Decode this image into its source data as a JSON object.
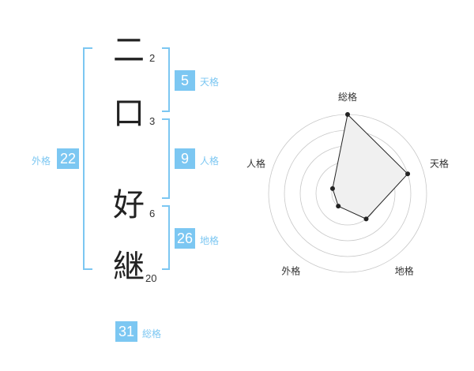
{
  "name": {
    "chars": [
      {
        "char": "二",
        "strokes": "2"
      },
      {
        "char": "口",
        "strokes": "3"
      },
      {
        "char": "好",
        "strokes": "6"
      },
      {
        "char": "継",
        "strokes": "20"
      }
    ]
  },
  "fortune": {
    "tenkaku": {
      "label": "天格",
      "value": "5"
    },
    "jinkaku": {
      "label": "人格",
      "value": "9"
    },
    "chikaku": {
      "label": "地格",
      "value": "26"
    },
    "gaikaku": {
      "label": "外格",
      "value": "22"
    },
    "soukaku": {
      "label": "総格",
      "value": "31"
    }
  },
  "chart_data": {
    "type": "radar",
    "axes": [
      "総格",
      "天格",
      "地格",
      "外格",
      "人格"
    ],
    "values": [
      5,
      4,
      2,
      1,
      1
    ],
    "max": 5,
    "rings": 5,
    "colors": {
      "line": "#222222",
      "fill": "#f0f0f0",
      "ring": "#c8c8c8",
      "center": "#bbbbbb"
    }
  }
}
